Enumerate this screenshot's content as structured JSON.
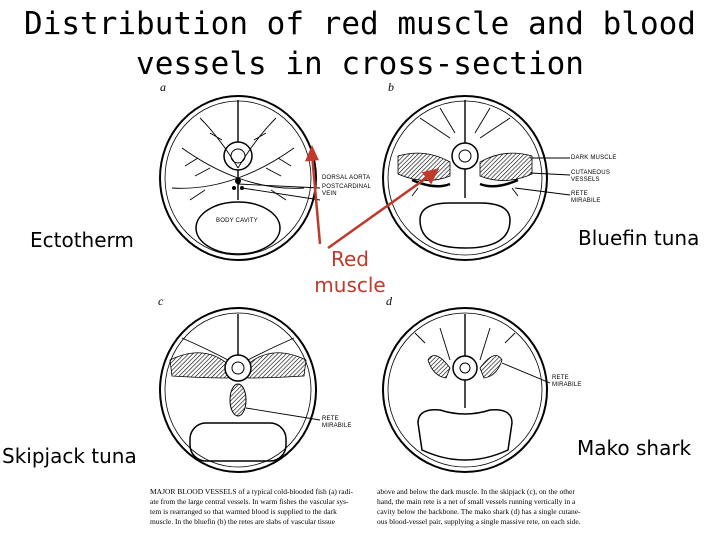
{
  "title": {
    "line1": "Distribution of red muscle and blood",
    "line2": "vessels in cross-section"
  },
  "labels": {
    "ectotherm": "Ectotherm",
    "bluefin_tuna": "Bluefin tuna",
    "skipjack_tuna": "Skipjack tuna",
    "mako_shark": "Mako shark",
    "red_muscle_line1": "Red",
    "red_muscle_line2": "muscle"
  },
  "panel_letters": {
    "a": "a",
    "b": "b",
    "c": "c",
    "d": "d"
  },
  "panel_a_labels": {
    "dorsal_aorta": "DORSAL AORTA",
    "postcardinal_vein_1": "POSTCARDINAL",
    "postcardinal_vein_2": "VEIN",
    "body_cavity": "BODY CAVITY"
  },
  "panel_b_labels": {
    "dark_muscle": "DARK MUSCLE",
    "cutaneous_vessels_1": "CUTANEOUS",
    "cutaneous_vessels_2": "VESSELS",
    "rete_mirabile_1": "RETE",
    "rete_mirabile_2": "MIRABILE"
  },
  "panel_c_labels": {
    "rete_1": "RETE",
    "rete_2": "MIRABILE"
  },
  "panel_d_labels": {
    "rete_1": "RETE",
    "rete_2": "MIRABILE"
  },
  "caption": {
    "left": [
      "MAJOR BLOOD VESSELS of a typical cold-blooded fish (a) radi-",
      "ate from the large central vessels. In warm fishes the vascular sys-",
      "tem is rearranged so that warmed blood is supplied to the dark",
      "muscle. In the bluefin (b) the retes are slabs of vascular tissue"
    ],
    "right": [
      "above and below the dark muscle. In the skipjack (c), on the other",
      "hand, the main rete is a net of small vessels running vertically in a",
      "cavity below the backbone. The mako shark (d) has a single cutane-",
      "ous blood-vessel pair, supplying a single massive rete, on each side."
    ]
  },
  "colors": {
    "accent_red": "#c0392b",
    "line": "#000000"
  }
}
